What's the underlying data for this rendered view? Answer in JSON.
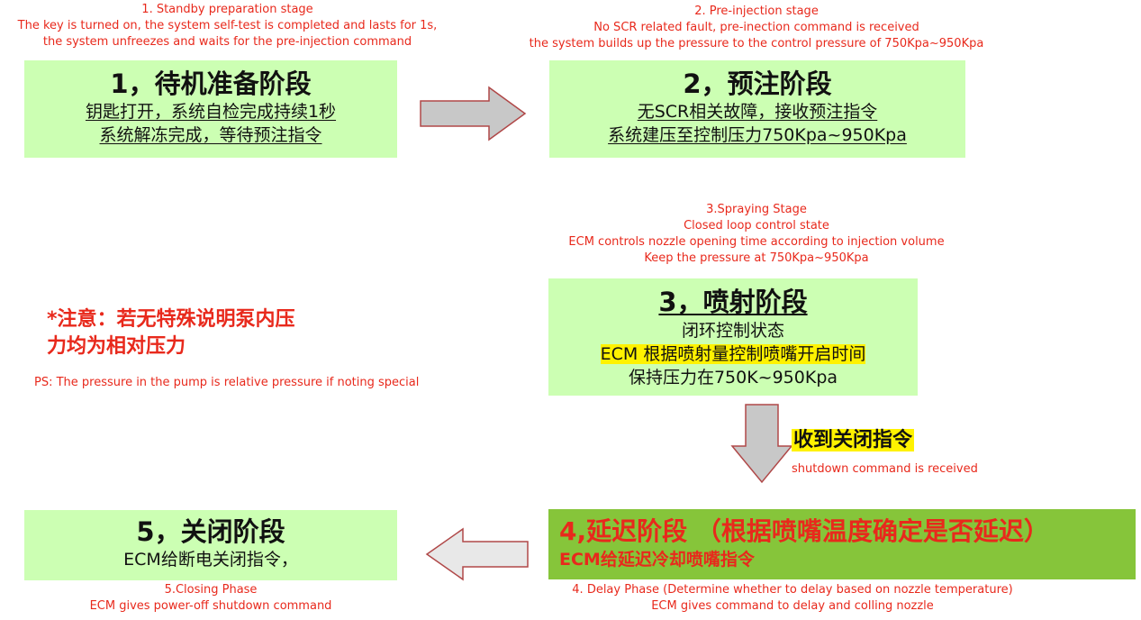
{
  "stage1": {
    "caption": [
      "1. Standby preparation stage",
      "The key is turned on, the system self-test is completed and lasts for 1s,",
      "the system unfreezes and waits for the pre-injection command"
    ],
    "title": "1，待机准备阶段",
    "lines": [
      "钥匙打开，系统自检完成持续1秒",
      "系统解冻完成，等待预注指令"
    ]
  },
  "stage2": {
    "caption": [
      "2. Pre-injection stage",
      "No SCR related fault, pre-inection command is received",
      "the system builds up the pressure to the control pressure of 750Kpa~950Kpa"
    ],
    "title": "2，预注阶段",
    "lines": [
      "无SCR相关故障，接收预注指令",
      "系统建压至控制压力750Kpa~950Kpa"
    ]
  },
  "stage3": {
    "caption": [
      "3.Spraying Stage",
      "Closed loop control state",
      "ECM controls nozzle opening time according to injection volume",
      "Keep the pressure at 750Kpa~950Kpa"
    ],
    "title": "3，喷射阶段",
    "lines": [
      "闭环控制状态",
      "ECM 根据喷射量控制喷嘴开启时间",
      "保持压力在750K~950Kpa"
    ]
  },
  "transition": {
    "label": "收到关闭指令",
    "caption": "shutdown command is received"
  },
  "stage4": {
    "title": "4,延迟阶段 （根据喷嘴温度确定是否延迟）",
    "lines": [
      "ECM给延迟冷却喷嘴指令"
    ],
    "caption": [
      "4. Delay Phase (Determine whether to delay based on nozzle temperature)",
      "ECM gives command to delay and colling nozzle"
    ]
  },
  "stage5": {
    "title": "5，关闭阶段",
    "lines": [
      "ECM给断电关闭指令，"
    ],
    "caption": [
      "5.Closing Phase",
      "ECM gives power-off shutdown command"
    ]
  },
  "note": {
    "lines": [
      "*注意：若无特殊说明泵内压",
      "力均为相对压力"
    ],
    "caption": "PS: The pressure in the pump is relative pressure if noting special"
  },
  "colors": {
    "box_fill": "#ccffb3",
    "box4_fill": "#86c53a",
    "caption_red": "#e8291c",
    "highlight": "#fff200",
    "arrow_fill": "#c8c8c8"
  }
}
